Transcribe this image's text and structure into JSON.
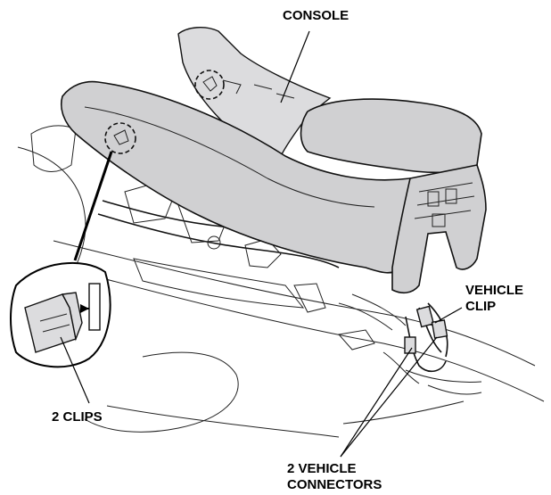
{
  "labels": {
    "console": "CONSOLE",
    "vehicle_clip_line1": "VEHICLE",
    "vehicle_clip_line2": "CLIP",
    "two_clips": "2 CLIPS",
    "two_vehicle_connectors_line1": "2 VEHICLE",
    "two_vehicle_connectors_line2": "CONNECTORS"
  },
  "colors": {
    "panel_fill": "#d0d0d2",
    "line": "#111111",
    "background": "#ffffff"
  }
}
